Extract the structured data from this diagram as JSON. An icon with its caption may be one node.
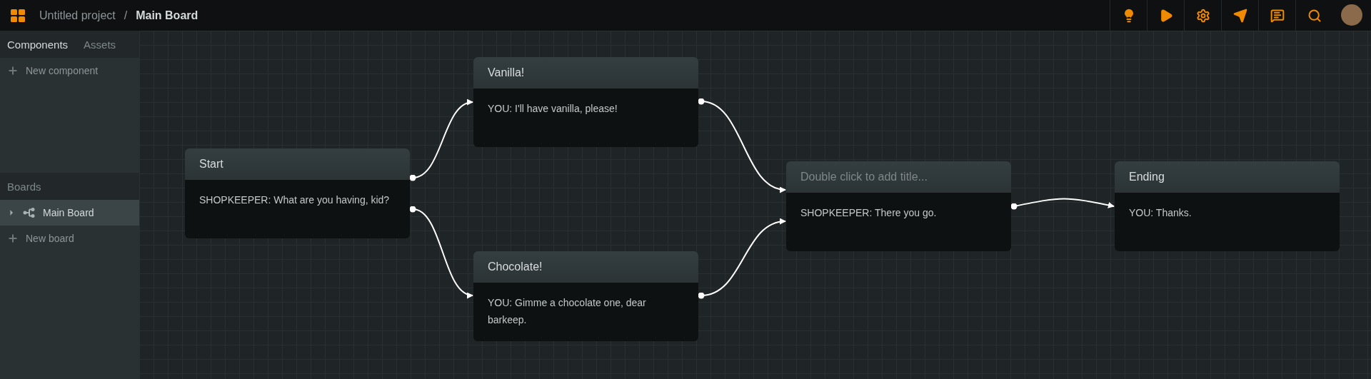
{
  "diagram": {
    "nodes": [
      {
        "text": [
          "Start",
          "SHOPKEEPER: What are you having, kid?"
        ]
      },
      {
        "text": [
          "Vanilla!",
          "YOU: I'll have vanilla, please!"
        ]
      },
      {
        "text": [
          "Chocolate!",
          "YOU: Gimme a chocolate one, dear barkeep."
        ]
      },
      {
        "text": [
          "Double click to add title...",
          "SHOPKEEPER: There you go."
        ]
      },
      {
        "text": [
          "Ending",
          "YOU: Thanks."
        ]
      }
    ],
    "edges": [
      {
        "from": 0,
        "to": 1,
        "arrow": "to"
      },
      {
        "from": 0,
        "to": 2,
        "arrow": "to"
      },
      {
        "from": 1,
        "to": 3,
        "arrow": "to"
      },
      {
        "from": 2,
        "to": 3,
        "arrow": "to"
      },
      {
        "from": 3,
        "to": 4,
        "arrow": "to"
      }
    ],
    "labels": [
      "Untitled project",
      "/",
      "Main Board",
      "Components",
      "Assets",
      "New component",
      "Boards",
      "Main Board",
      "New board"
    ]
  }
}
